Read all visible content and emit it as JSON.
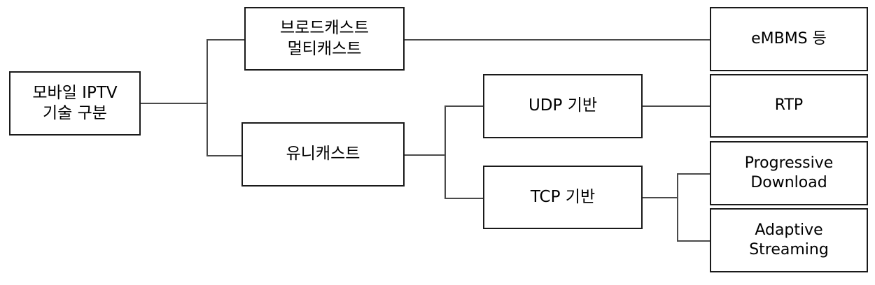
{
  "diagram": {
    "title": "모바일 IPTV 기술 구분",
    "type": "tree",
    "orientation": "left-to-right",
    "colors": {
      "background": "#ffffff",
      "box_border": "#1a1a1a",
      "box_fill": "#ffffff",
      "connector": "#4a4a4a",
      "text": "#000000"
    },
    "nodes": {
      "root": {
        "label": "모바일 IPTV\n기술 구분",
        "level": 0
      },
      "broadcast": {
        "label": "브로드캐스트\n멀티캐스트",
        "level": 1
      },
      "unicast": {
        "label": "유니캐스트",
        "level": 1
      },
      "udp": {
        "label": "UDP 기반",
        "level": 2
      },
      "tcp": {
        "label": "TCP 기반",
        "level": 2
      },
      "embms": {
        "label": "eMBMS 등",
        "level": 3
      },
      "rtp": {
        "label": "RTP",
        "level": 3
      },
      "progressive_download": {
        "label": "Progressive\nDownload",
        "level": 3
      },
      "adaptive_streaming": {
        "label": "Adaptive\nStreaming",
        "level": 3
      }
    },
    "edges": [
      {
        "from": "root",
        "to": "broadcast"
      },
      {
        "from": "root",
        "to": "unicast"
      },
      {
        "from": "broadcast",
        "to": "embms"
      },
      {
        "from": "unicast",
        "to": "udp"
      },
      {
        "from": "unicast",
        "to": "tcp"
      },
      {
        "from": "udp",
        "to": "rtp"
      },
      {
        "from": "tcp",
        "to": "progressive_download"
      },
      {
        "from": "tcp",
        "to": "adaptive_streaming"
      }
    ]
  }
}
